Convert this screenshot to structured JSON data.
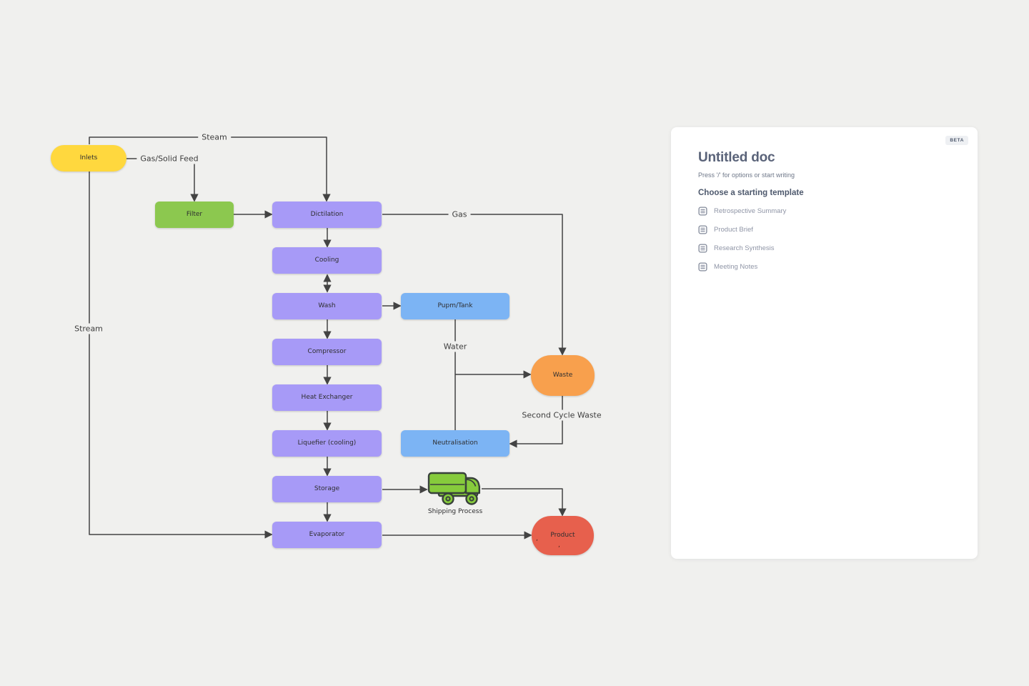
{
  "flow": {
    "nodes": [
      {
        "id": "inlets",
        "label": "Inlets",
        "shape": "pill",
        "color": "yellow"
      },
      {
        "id": "filter",
        "label": "Filter",
        "shape": "rect",
        "color": "green"
      },
      {
        "id": "dictilation",
        "label": "Dictilation",
        "shape": "rect",
        "color": "purple"
      },
      {
        "id": "cooling",
        "label": "Cooling",
        "shape": "rect",
        "color": "purple"
      },
      {
        "id": "wash",
        "label": "Wash",
        "shape": "rect",
        "color": "purple"
      },
      {
        "id": "pump-tank",
        "label": "Pupm/Tank",
        "shape": "rect",
        "color": "blue"
      },
      {
        "id": "compressor",
        "label": "Compressor",
        "shape": "rect",
        "color": "purple"
      },
      {
        "id": "heat-exchanger",
        "label": "Heat Exchanger",
        "shape": "rect",
        "color": "purple"
      },
      {
        "id": "liquefier",
        "label": "Liquefier (cooling)",
        "shape": "rect",
        "color": "purple"
      },
      {
        "id": "neutralisation",
        "label": "Neutralisation",
        "shape": "rect",
        "color": "blue"
      },
      {
        "id": "storage",
        "label": "Storage",
        "shape": "rect",
        "color": "purple"
      },
      {
        "id": "evaporator",
        "label": "Evaporator",
        "shape": "rect",
        "color": "purple"
      },
      {
        "id": "waste",
        "label": "Waste",
        "shape": "pill",
        "color": "orange"
      },
      {
        "id": "product",
        "label": "Product",
        "shape": "pill",
        "color": "red"
      }
    ],
    "edge_labels": [
      {
        "text": "Steam"
      },
      {
        "text": "Gas/Solid Feed"
      },
      {
        "text": "Gas"
      },
      {
        "text": "Water"
      },
      {
        "text": "Second Cycle Waste"
      },
      {
        "text": "Stream"
      }
    ],
    "shipping": {
      "icon": "truck-icon",
      "label": "Shipping Process"
    },
    "stray_marks": [
      {
        "char": ","
      },
      {
        "char": ","
      }
    ]
  },
  "doc_panel": {
    "beta_badge": "BETA",
    "title": "Untitled doc",
    "placeholder_hint": "Press '/' for options or start writing",
    "templates_heading": "Choose a starting template",
    "templates": [
      {
        "label": "Retrospective Summary",
        "icon": "doc-lines-icon"
      },
      {
        "label": "Product Brief",
        "icon": "doc-lines-icon"
      },
      {
        "label": "Research Synthesis",
        "icon": "doc-lines-icon"
      },
      {
        "label": "Meeting Notes",
        "icon": "doc-lines-icon"
      }
    ]
  },
  "colors": {
    "canvas_bg": "#f0f0ee",
    "node_purple": "#a79af7",
    "node_blue": "#7cb4f4",
    "node_green": "#8cc84f",
    "node_yellow": "#ffd83e",
    "node_orange": "#f8a04d",
    "node_red": "#e7604d",
    "truck_green": "#86cb3c",
    "wire": "#434343",
    "panel_text": "#5a6379"
  }
}
